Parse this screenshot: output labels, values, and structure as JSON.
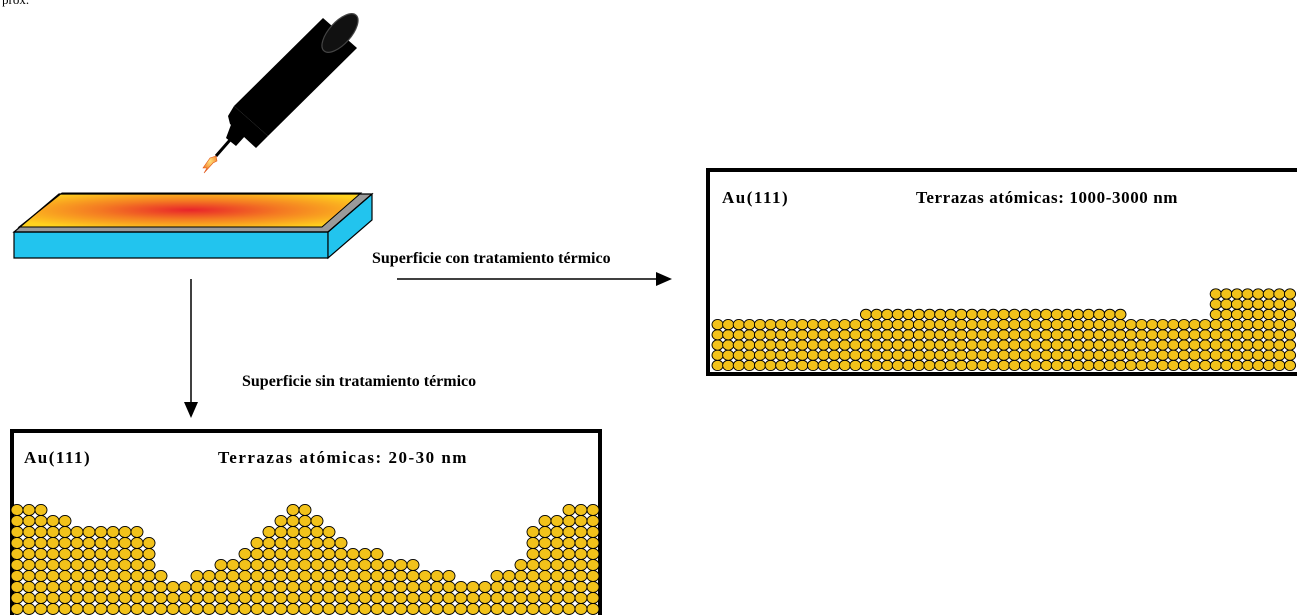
{
  "corner_text": "prox.",
  "labels": {
    "arrow_right": "Superficie con tratamiento térmico",
    "arrow_down": "Superficie sin tratamiento térmico"
  },
  "panel_annealed": {
    "crystal": "Au(111)",
    "terraces": "Terrazas atómicas: 1000-3000 nm"
  },
  "panel_unannealed": {
    "crystal": "Au(111)",
    "terraces": "Terrazas atómicas: 20-30 nm"
  },
  "colors": {
    "atom_fill": "#F2C21A",
    "substrate_blue": "#22C4EE",
    "flame_red": "#E8242A",
    "flame_yellow": "#FFD21E",
    "torch_body": "#000000",
    "outline": "#000000"
  },
  "icons": [
    "torch-icon",
    "flame-icon",
    "gold-substrate-icon"
  ]
}
